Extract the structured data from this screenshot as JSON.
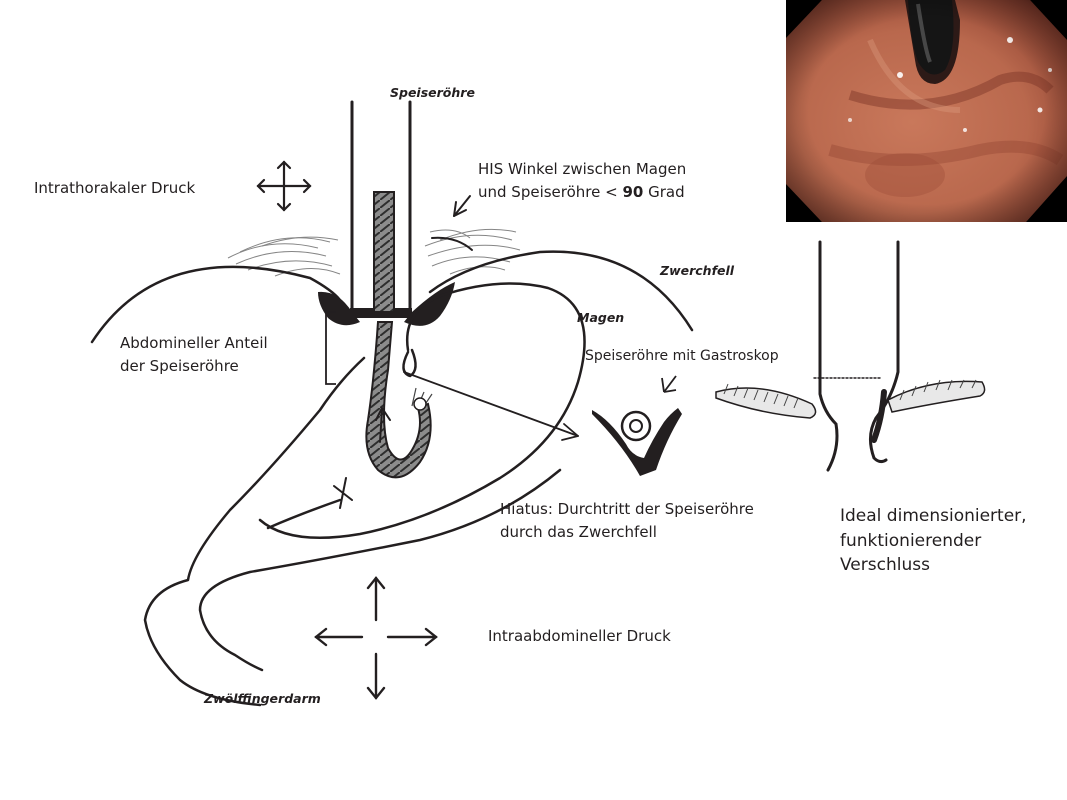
{
  "photo": {
    "description": "endoscopic view of the gastric cardia with gastroscope"
  },
  "labels": {
    "speiseroehre": "Speiseröhre",
    "intrathorakal": "Intrathorakaler Druck",
    "his_line1": "HIS Winkel zwischen Magen",
    "his_line2_prefix": "und Speiseröhre < ",
    "his_line2_bold": "90",
    "his_line2_suffix": " Grad",
    "zwerchfell": "Zwerchfell",
    "magen": "Magen",
    "abdominell_line1": "Abdomineller Anteil",
    "abdominell_line2": "der Speiseröhre",
    "gastroskop": "Speiseröhre mit Gastroskop",
    "hiatus_line1": "Hiatus: Durchtritt der Speiseröhre",
    "hiatus_line2": "durch das Zwerchfell",
    "verschluss_line1": "Ideal dimensionierter,",
    "verschluss_line2": "funktionierender",
    "verschluss_line3": "Verschluss",
    "intraabdominell": "Intraabdomineller Druck",
    "zwoelffingerdarm": "Zwölffingerdarm"
  },
  "colors": {
    "ink": "#231f20",
    "scope": "#6e6e6e",
    "mucosa_base": "#b9684d",
    "mucosa_dark": "#6e2e22",
    "mucosa_light": "#d88a6c"
  }
}
